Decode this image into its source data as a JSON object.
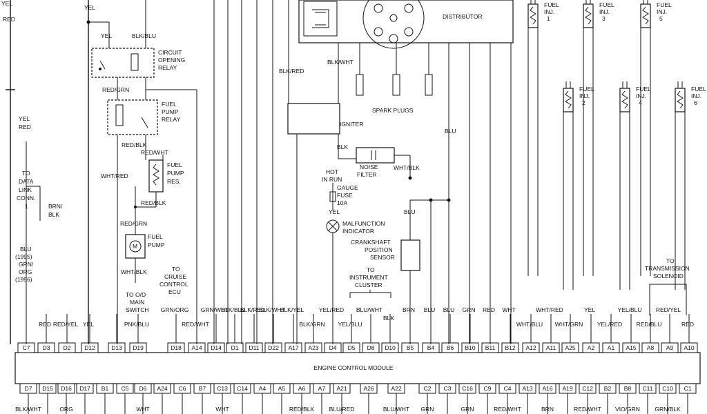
{
  "ecm": {
    "label": "ENGINE CONTROL MODULE",
    "top_pins": [
      "C7",
      "D3",
      "D2",
      "D12",
      "D13",
      "D19",
      "D18",
      "A14",
      "D14",
      "D1",
      "D11",
      "D22",
      "A17",
      "A23",
      "D4",
      "D5",
      "D8",
      "D10",
      "B5",
      "B4",
      "B6",
      "B10",
      "B11",
      "B12",
      "A12",
      "A11",
      "A25",
      "A2",
      "A1",
      "A15",
      "A8",
      "A9",
      "A10"
    ],
    "bottom_pins": [
      "D7",
      "D15",
      "D16",
      "D17",
      "B1",
      "C5",
      "D6",
      "A24",
      "C6",
      "B7",
      "C13",
      "C14",
      "A4",
      "A5",
      "A6",
      "A7",
      "A21",
      "A26",
      "A22",
      "C2",
      "C3",
      "C16",
      "C9",
      "C4",
      "A13",
      "A16",
      "A19",
      "C12",
      "B2",
      "B8",
      "C11",
      "C10",
      "C1"
    ]
  },
  "components": {
    "distributor": "DISTRIBUTOR",
    "spark_plugs": "SPARK PLUGS",
    "igniter": "IGNITER",
    "noise_filter": [
      "NOISE",
      "FILTER"
    ],
    "circuit_opening_relay": [
      "CIRCUIT",
      "OPENING",
      "RELAY"
    ],
    "fuel_pump_relay": [
      "FUEL",
      "PUMP",
      "RELAY"
    ],
    "fuel_pump_res": [
      "FUEL",
      "PUMP",
      "RES."
    ],
    "fuel_pump": [
      "FUEL",
      "PUMP"
    ],
    "gauge_fuse": [
      "GAUGE",
      "FUSE",
      "10A"
    ],
    "hot_in_run": [
      "HOT",
      "IN RUN"
    ],
    "malfunction_indicator": [
      "MALFUNCTION",
      "INDICATOR"
    ],
    "crankshaft_sensor": [
      "CRANKSHAFT",
      "POSITION",
      "SENSOR"
    ],
    "fuel_inj_top": [
      {
        "l1": "FUEL",
        "l2": "INJ.",
        "l3": "1"
      },
      {
        "l1": "FUEL",
        "l2": "INJ.",
        "l3": "3"
      },
      {
        "l1": "FUEL",
        "l2": "INJ.",
        "l3": "5"
      }
    ],
    "fuel_inj_mid": [
      {
        "l1": "FUEL",
        "l2": "INJ.",
        "l3": "2"
      },
      {
        "l1": "FUEL",
        "l2": "INJ.",
        "l3": "4"
      },
      {
        "l1": "FUEL",
        "l2": "INJ.",
        "l3": "6"
      }
    ]
  },
  "destinations": {
    "data_link": [
      "TO",
      "DATA",
      "LINK",
      "CONN.",
      "1"
    ],
    "cruise": [
      "TO",
      "CRUISE",
      "CONTROL",
      "ECU"
    ],
    "od_switch": [
      "TO O/D",
      "MAIN",
      "SWITCH"
    ],
    "instrument": [
      "TO",
      "INSTRUMENT",
      "CLUSTER"
    ],
    "transmission": [
      "TO",
      "TRANSMISSION",
      "SOLENOID"
    ]
  },
  "wire_labels": {
    "yel_red_top": [
      "YEL",
      "RED"
    ],
    "yel_top": "YEL",
    "yel_relay": "YEL",
    "blk_blu_relay": "BLK/BLU",
    "red_grn_1": "RED/GRN",
    "red_blk_1": "RED/BLK",
    "red_wht": "RED/WHT",
    "wht_red_left": "WHT/RED",
    "red_blk_2": "RED/BLK",
    "red_grn_2": "RED/GRN",
    "wht_blk": "WHT/BLK",
    "blk_red_top": "BLK/RED",
    "blk_wht_top": "BLK/WHT",
    "blk_igniter": "BLK",
    "wht_blk_filter": "WHT/BLK",
    "yel_mil": "YEL",
    "blu_right": "BLU",
    "blu_crank": "BLU",
    "yel_red_mid": [
      "YEL/",
      "RED"
    ],
    "brn_blk": [
      "BRN/",
      "BLK"
    ],
    "blu_years": [
      "BLU",
      "(1995)",
      "GRN/",
      "ORG",
      "(1996)"
    ]
  },
  "pin_top_labels": [
    {
      "t": "RED",
      "pin": "D3"
    },
    {
      "t": "RED/YEL",
      "pin": "D2"
    },
    {
      "t": "YEL",
      "pin": "D12"
    },
    {
      "t": "PNK/BLU",
      "pin": "D19"
    },
    {
      "t": "GRN/ORG",
      "pin": "D18"
    },
    {
      "t": "RED/WHT",
      "pin": "A14"
    },
    {
      "t": "GRN/WHT",
      "pin": "D14"
    },
    {
      "t": "BLK/BLU",
      "pin": "D1"
    },
    {
      "t": "BLK/RED",
      "pin": "D11"
    },
    {
      "t": "BLK/WHT",
      "pin": "D22"
    },
    {
      "t": "BLK/YEL",
      "pin": "A17"
    },
    {
      "t": "BLK/GRN",
      "pin": "A23"
    },
    {
      "t": "YEL/RED",
      "pin": "D4"
    },
    {
      "t": "YEL/BLU",
      "pin": "D5"
    },
    {
      "t": "BLU/WHT",
      "pin": "D8"
    },
    {
      "t": "BLK",
      "pin": "D10"
    },
    {
      "t": "BRN",
      "pin": "B5"
    },
    {
      "t": "BLU",
      "pin": "B4"
    },
    {
      "t": "BLU",
      "pin": "B6"
    },
    {
      "t": "GRN",
      "pin": "B10"
    },
    {
      "t": "RED",
      "pin": "B11"
    },
    {
      "t": "WHT",
      "pin": "B12"
    },
    {
      "t": "WHT/BLU",
      "pin": "A12"
    },
    {
      "t": "WHT/RED",
      "pin": "A11"
    },
    {
      "t": "WHT/GRN",
      "pin": "A25"
    },
    {
      "t": "YEL",
      "pin": "A2"
    },
    {
      "t": "YEL/RED",
      "pin": "A1"
    },
    {
      "t": "YEL/BLU",
      "pin": "A15"
    },
    {
      "t": "RED/BLU",
      "pin": "A8"
    },
    {
      "t": "RED/YEL",
      "pin": "A9"
    },
    {
      "t": "RED",
      "pin": "A10"
    }
  ],
  "pin_bottom_labels": [
    {
      "t": "BLK/WHT",
      "pin": "D7"
    },
    {
      "t": "ORG",
      "pin": "D16"
    },
    {
      "t": "WHT",
      "pin": "D6"
    },
    {
      "t": "WHT",
      "pin": "C13"
    },
    {
      "t": "RED/BLK",
      "pin": "A6"
    },
    {
      "t": "BLU/RED",
      "pin": "A21"
    },
    {
      "t": "BLU/WHT",
      "pin": "A22"
    },
    {
      "t": "GRN",
      "pin": "C2"
    },
    {
      "t": "GRN",
      "pin": "C16"
    },
    {
      "t": "RED/WHT",
      "pin": "C4"
    },
    {
      "t": "BRN",
      "pin": "A16"
    },
    {
      "t": "RED/WHT",
      "pin": "C12"
    },
    {
      "t": "VIO/GRN",
      "pin": "B8"
    },
    {
      "t": "GRN/BLK",
      "pin": "C10"
    }
  ]
}
